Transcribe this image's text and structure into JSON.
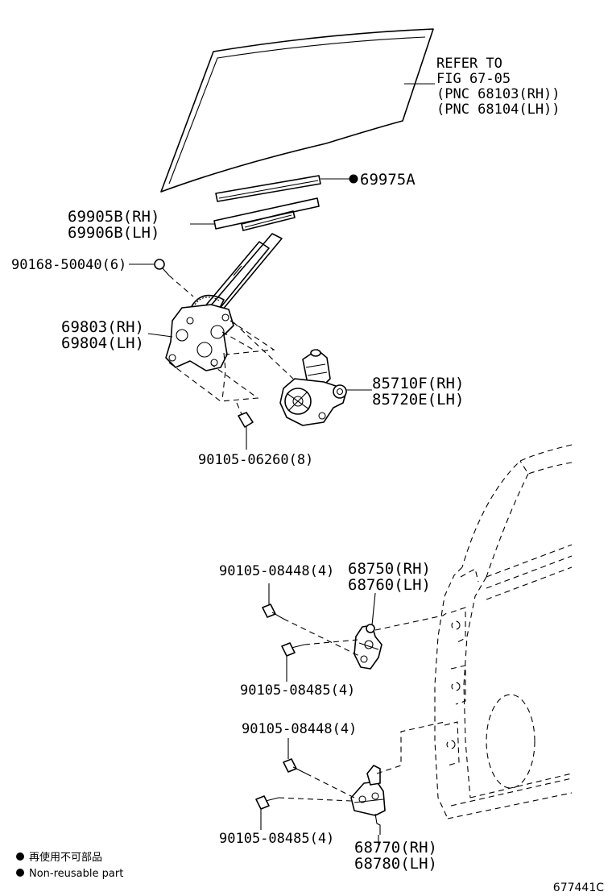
{
  "diagram": {
    "glass_reference": [
      "REFER TO",
      "FIG 67-05",
      "(PNC 68103(RH))",
      "(PNC 68104(LH))"
    ],
    "parts": {
      "weatherstrip": "69975A",
      "channel": [
        "69905B(RH)",
        "69906B(LH)"
      ],
      "bolt_top": "90168-50040(6)",
      "regulator": [
        "69803(RH)",
        "69804(LH)"
      ],
      "motor": [
        "85710F(RH)",
        "85720E(LH)"
      ],
      "bolt_reg": "90105-06260(8)",
      "upper_hinge": [
        "68750(RH)",
        "68760(LH)"
      ],
      "upper_bolt_a": "90105-08448(4)",
      "upper_bolt_b": "90105-08485(4)",
      "lower_bolt_a": "90105-08448(4)",
      "lower_bolt_b": "90105-08485(4)",
      "lower_hinge": [
        "68770(RH)",
        "68780(LH)"
      ]
    },
    "legend": {
      "line1": "再使用不可部品",
      "line2": "Non-reusable part"
    },
    "figure_number": "677441C"
  }
}
